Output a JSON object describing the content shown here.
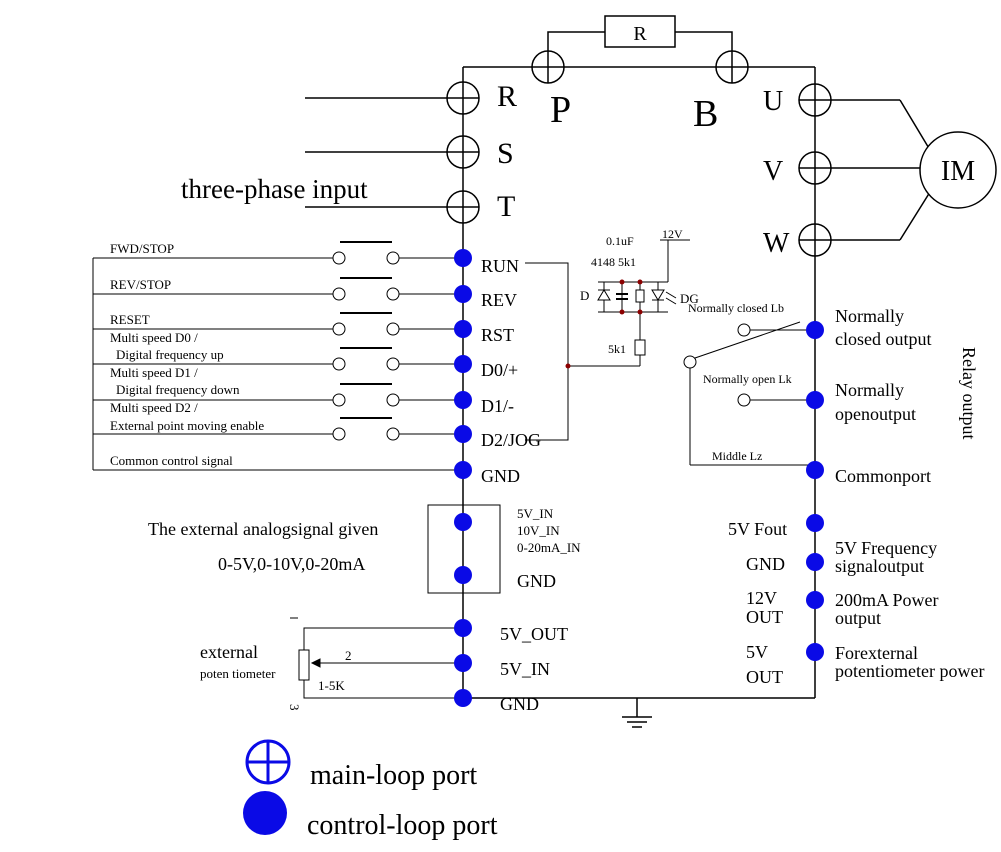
{
  "power_terminals": {
    "R": "R",
    "S": "S",
    "T": "T",
    "P": "P",
    "B": "B",
    "U": "U",
    "V": "V",
    "W": "W",
    "resistor": "R",
    "motor": "IM",
    "input_label": "three-phase input"
  },
  "control_terminals": [
    "RUN",
    "REV",
    "RST",
    "D0/+",
    "D1/-",
    "D2/JOG",
    "GND"
  ],
  "switch_labels": [
    "FWD/STOP",
    "REV/STOP",
    "RESET",
    "Multi speed D0 /",
    "Digital frequency up",
    "Multi speed D1 /",
    "Digital frequency down",
    "Multi speed D2 /",
    "External point moving enable",
    "Common control signal"
  ],
  "opto_circuit": {
    "cap": "0.1uF",
    "voltage": "12V",
    "parts": "4148 5k1",
    "diode": "D",
    "led": "DG",
    "resistor2": "5k1"
  },
  "relay": {
    "nc_internal": "Normally closed Lb",
    "no_internal": "Normally open Lk",
    "middle_internal": "Middle Lz",
    "nc_out_1": "Normally",
    "nc_out_2": "closed output",
    "no_out_1": "Normally",
    "no_out_2": "openoutput",
    "common_out": "Commonport",
    "side_label": "Relay output"
  },
  "analog_input": {
    "desc_1": "The external analogsignal given",
    "desc_2": "0-5V,0-10V,0-20mA",
    "in_1": "5V_IN",
    "in_2": "10V_IN",
    "in_3": "0-20mA_IN",
    "gnd": "GND"
  },
  "pot": {
    "label_1": "external",
    "label_2": "poten tiometer",
    "range": "1-5K",
    "pin2": "2",
    "pin3": "3",
    "pin1": "1",
    "t1": "5V_OUT",
    "t2": "5V_IN",
    "t3": "GND"
  },
  "right_outputs": {
    "fout": "5V Fout",
    "gnd": "GND",
    "v12_1": "12V",
    "v12_2": "OUT",
    "v5_1": "5V",
    "v5_2": "OUT",
    "freq_1": "5V Frequency",
    "freq_2": "signaloutput",
    "pow_1": "200mA Power",
    "pow_2": "output",
    "ext_1": "Forexternal",
    "ext_2": "potentiometer power"
  },
  "legend": {
    "main": "main-loop port",
    "control": "control-loop port"
  }
}
